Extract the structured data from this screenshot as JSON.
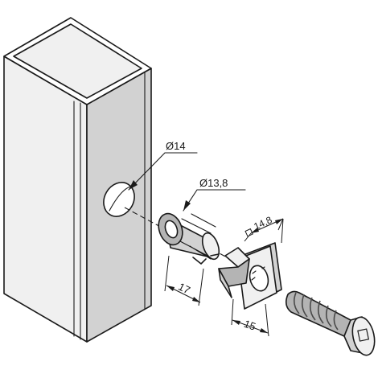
{
  "labels": {
    "hole_diameter": "Ø14",
    "sleeve_diameter": "Ø13,8",
    "nut_square": "14,8",
    "sleeve_length": "17",
    "nut_length": "15"
  },
  "colors": {
    "line": "#1a1a1a",
    "face_light": "#f0f0f0",
    "face_mid": "#d2d2d2",
    "face_dark": "#b4b4b4"
  },
  "icons": {
    "square_symbol": "square-icon",
    "diameter_symbol": "diameter-icon"
  }
}
